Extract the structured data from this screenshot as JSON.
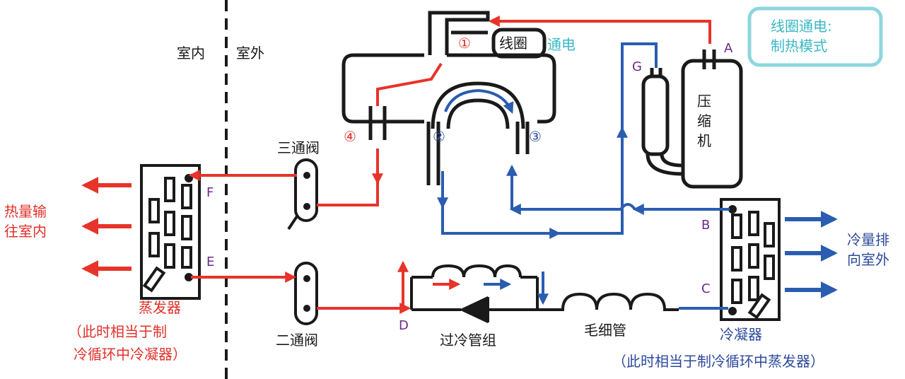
{
  "colors": {
    "hot": "#e8332a",
    "cold": "#2a5db0",
    "accent": "#39b8c4",
    "outline": "#1a1a1a"
  },
  "zones": {
    "indoor": "室内",
    "outdoor": "室外"
  },
  "mode_box": {
    "line1": "线圈通电:",
    "line2": "制热模式"
  },
  "coil": {
    "label": "线圈",
    "energized": "通电"
  },
  "ports": {
    "p1": "①",
    "p2": "②",
    "p3": "③",
    "p4": "④"
  },
  "points": {
    "A": "A",
    "B": "B",
    "C": "C",
    "D": "D",
    "E": "E",
    "F": "F",
    "G": "G"
  },
  "compressor": {
    "c1": "压",
    "c2": "缩",
    "c3": "机"
  },
  "valves": {
    "three_way": "三通阀",
    "two_way": "二通阀"
  },
  "components": {
    "subcooler": "过冷管组",
    "capillary": "毛细管"
  },
  "evaporator": {
    "name": "蒸发器",
    "note1": "（此时相当于制",
    "note2": "冷循环中冷凝器）"
  },
  "condenser": {
    "name": "冷凝器",
    "note": "（此时相当于制冷循环中蒸发器）"
  },
  "heat_out": {
    "line1": "热量输",
    "line2": "往室内"
  },
  "cold_out": {
    "line1": "冷量排",
    "line2": "向室外"
  }
}
